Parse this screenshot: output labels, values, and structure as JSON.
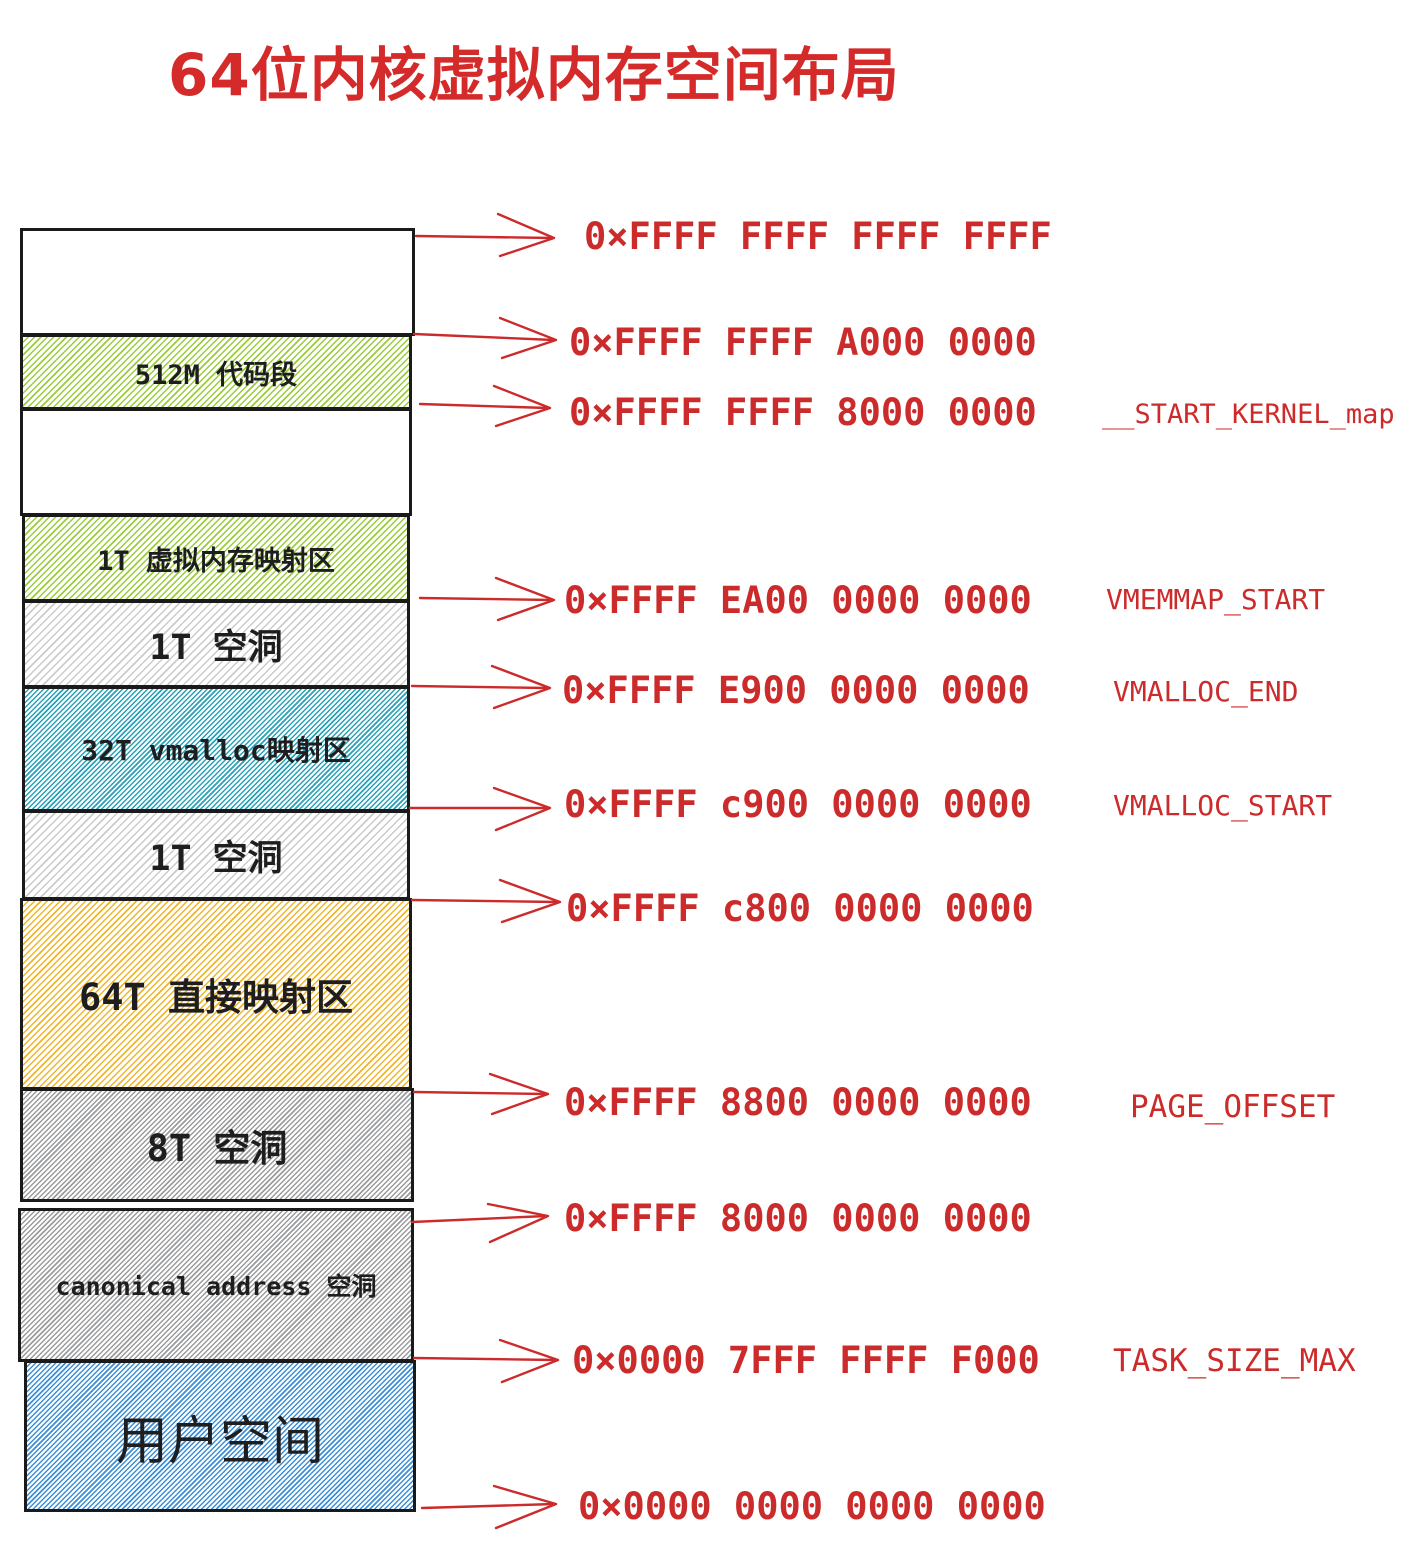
{
  "title": "64位内核虚拟内存空间布局",
  "segments": [
    {
      "label": ""
    },
    {
      "label": "512M 代码段"
    },
    {
      "label": ""
    },
    {
      "label": "1T 虚拟内存映射区"
    },
    {
      "label": "1T 空洞"
    },
    {
      "label": "32T vmalloc映射区"
    },
    {
      "label": "1T 空洞"
    },
    {
      "label": "64T 直接映射区"
    },
    {
      "label": "8T 空洞"
    },
    {
      "label": "canonical address 空洞"
    },
    {
      "label": "用户空间"
    }
  ],
  "addresses": [
    {
      "value": "0×FFFF FFFF FFFF FFFF",
      "symbol": ""
    },
    {
      "value": "0×FFFF FFFF A000 0000",
      "symbol": ""
    },
    {
      "value": "0×FFFF FFFF 8000 0000",
      "symbol": "__START_KERNEL_map"
    },
    {
      "value": "0×FFFF EA00 0000 0000",
      "symbol": "VMEMMAP_START"
    },
    {
      "value": "0×FFFF E900 0000 0000",
      "symbol": "VMALLOC_END"
    },
    {
      "value": "0×FFFF c900 0000 0000",
      "symbol": "VMALLOC_START"
    },
    {
      "value": "0×FFFF c800 0000 0000",
      "symbol": ""
    },
    {
      "value": "0×FFFF 8800 0000 0000",
      "symbol": "PAGE_OFFSET"
    },
    {
      "value": "0×FFFF 8000 0000 0000",
      "symbol": ""
    },
    {
      "value": "0×0000 7FFF FFFF F000",
      "symbol": "TASK_SIZE_MAX"
    },
    {
      "value": "0×0000 0000 0000 0000",
      "symbol": ""
    }
  ],
  "colors": {
    "title": "#d42a2a",
    "address": "#cc2b2b",
    "code_segment": "#9bcc3c",
    "vmemmap": "#9bcc3c",
    "hole_light": "#c9cbcd",
    "vmalloc": "#27a2b8",
    "direct_map": "#f0b529",
    "hole_dark": "#9b9c9e",
    "user_space": "#3d8fd8"
  }
}
